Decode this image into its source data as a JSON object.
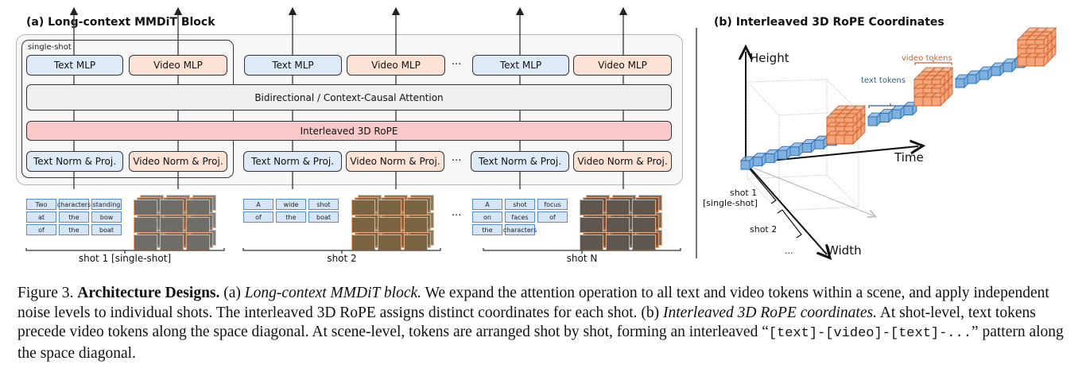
{
  "panel_a": {
    "title": "(a) Long-context MMDiT Block",
    "single_shot_label": "single-shot",
    "shots": [
      {
        "text_mlp": "Text MLP",
        "video_mlp": "Video MLP",
        "text_norm": "Text Norm & Proj.",
        "video_norm": "Video Norm & Proj.",
        "tokens": [
          "Two",
          "characters",
          "standing",
          "at",
          "the",
          "bow",
          "of",
          "the",
          "boat"
        ],
        "label": "shot 1 [single-shot]"
      },
      {
        "text_mlp": "Text MLP",
        "video_mlp": "Video MLP",
        "text_norm": "Text Norm & Proj.",
        "video_norm": "Video Norm & Proj.",
        "tokens": [
          "A",
          "wide",
          "shot",
          "of",
          "the",
          "boat"
        ],
        "label": "shot 2"
      },
      {
        "text_mlp": "Text MLP",
        "video_mlp": "Video MLP",
        "text_norm": "Text Norm & Proj.",
        "video_norm": "Video Norm & Proj.",
        "tokens": [
          "A",
          "shot",
          "focus",
          "on",
          "faces",
          "of",
          "the",
          "characters"
        ],
        "label": "shot N"
      }
    ],
    "attention_label": "Bidirectional / Context-Causal Attention",
    "rope_label": "Interleaved 3D RoPE",
    "ellipsis": "···",
    "colors": {
      "text_box": "#deebf7",
      "video_box": "#fce3d6",
      "attention": "#f0f0f0",
      "rope": "#fac8c8",
      "token_border": "#5b8ccc",
      "frame_border": "#f2a97e"
    }
  },
  "panel_b": {
    "title": "(b) Interleaved 3D RoPE Coordinates",
    "axis_height": "Height",
    "axis_time": "Time",
    "axis_width": "Width",
    "text_tokens_label": "text tokens",
    "video_tokens_label": "video tokens",
    "shot1_label_line1": "shot 1",
    "shot1_label_line2": "[single-shot]",
    "shot2_label": "shot 2",
    "more_label": "...",
    "colors": {
      "text_cube": "#7fb0e0",
      "video_cube": "#f4a57c",
      "video_cube_edge": "#d2622a",
      "text_cube_edge": "#2e6fb0"
    }
  },
  "caption": {
    "prefix": "Figure 3.",
    "bold": "Architecture Designs.",
    "a_tag": "(a)",
    "a_title": "Long-context MMDiT block.",
    "a_text": "We expand the attention operation to all text and video tokens within a scene, and apply independent noise levels to individual shots. The interleaved 3D RoPE assigns distinct coordinates for each shot.",
    "b_tag": "(b)",
    "b_title": "Interleaved 3D RoPE coordinates.",
    "b_text": "At shot-level, text tokens precede video tokens along the space diagonal. At scene-level, tokens are arranged shot by shot, forming an interleaved “",
    "pattern": "[text]-[video]-[text]-...",
    "suffix": "” pattern along the space diagonal."
  }
}
